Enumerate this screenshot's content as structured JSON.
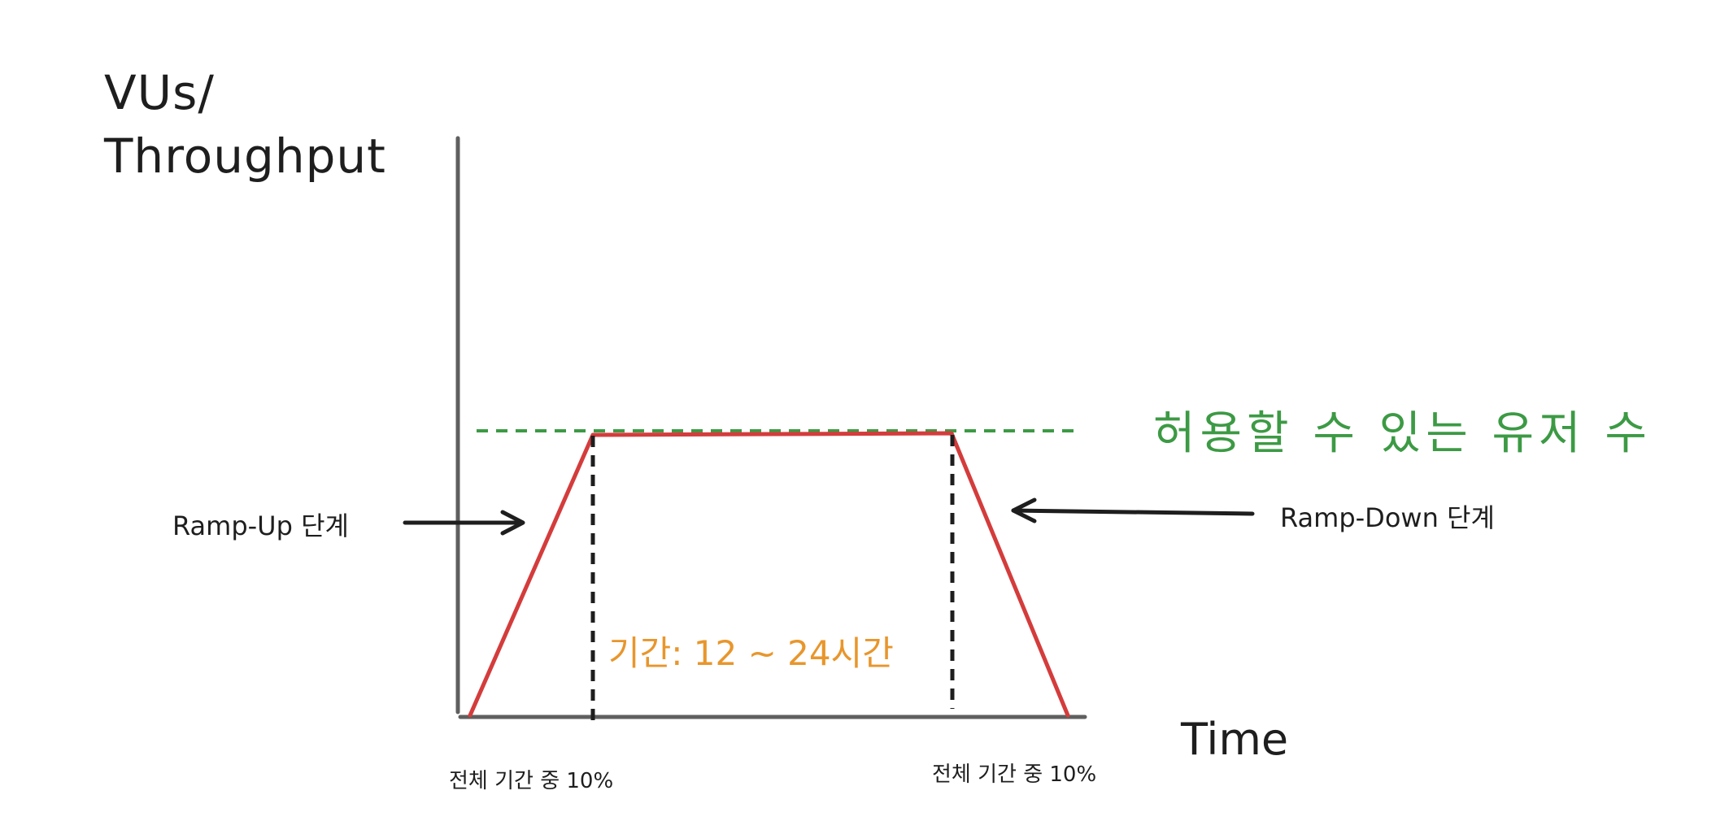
{
  "diagram": {
    "y_axis_label_line1": "VUs/",
    "y_axis_label_line2": "Throughput",
    "x_axis_label": "Time",
    "capacity_label": "허용할 수 있는 유저 수",
    "ramp_up_label": "Ramp-Up 단계",
    "ramp_down_label": "Ramp-Down 단계",
    "duration_label": "기간: 12 ~ 24시간",
    "ramp_up_share_label": "전체 기간 중 10%",
    "ramp_down_share_label": "전체 기간 중 10%"
  },
  "colors": {
    "axis": "#5f5f5f",
    "load_profile": "#d43c3c",
    "capacity_line": "#3c9a44",
    "capacity_text": "#3c9a44",
    "duration_text": "#e8962c",
    "ink": "#1e1e1e"
  }
}
